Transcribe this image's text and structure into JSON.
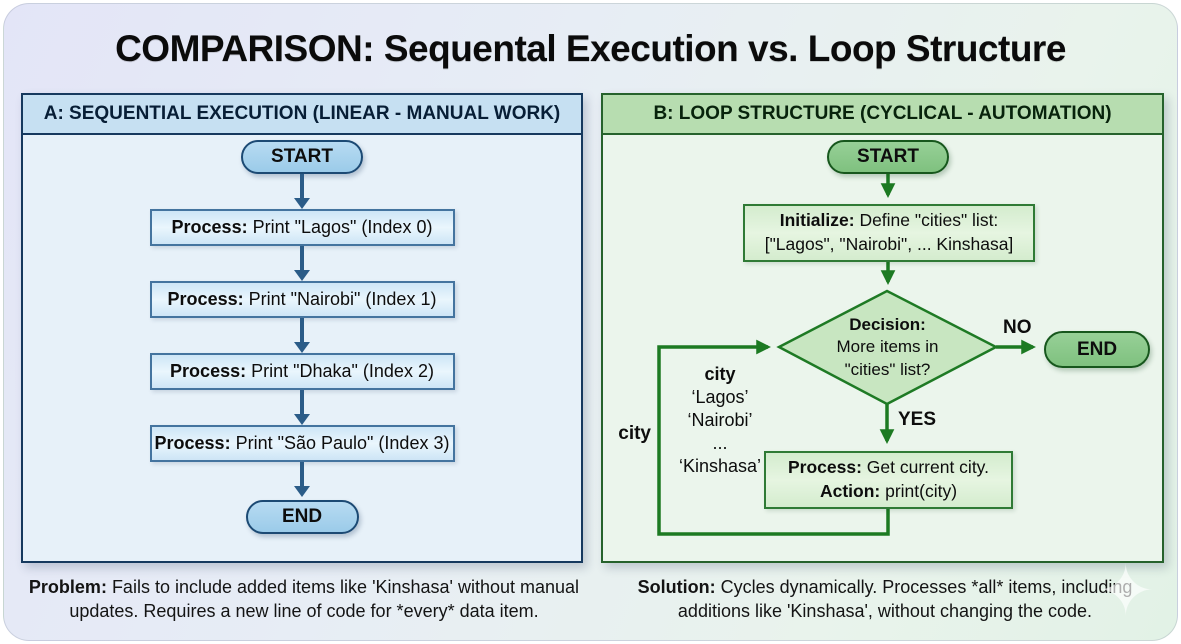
{
  "title": "COMPARISON: Sequental Execution vs. Loop Structure",
  "colors": {
    "panel_a_border": "#16395e",
    "panel_a_header_bg": "#c6e0f2",
    "panel_a_node_fill": "#a9d2ee",
    "panel_a_box_fill": "#d9ebf8",
    "panel_a_arrow": "#2b5c88",
    "panel_b_border": "#26622c",
    "panel_b_header_bg": "#b7ddb0",
    "panel_b_node_fill": "#8cc98c",
    "panel_b_box_fill": "#d9efd4",
    "panel_b_diamond_fill": "#c8e6c1",
    "panel_b_arrow": "#1c7a22",
    "background_left": "#e3e5f7",
    "background_right": "#e2f2e6"
  },
  "panel_a": {
    "header": "A: SEQUENTIAL EXECUTION (LINEAR - MANUAL WORK)",
    "start": "START",
    "steps": [
      {
        "bold": "Process:",
        "rest": " Print \"Lagos\" (Index 0)"
      },
      {
        "bold": "Process:",
        "rest": " Print \"Nairobi\" (Index 1)"
      },
      {
        "bold": "Process:",
        "rest": " Print \"Dhaka\" (Index 2)"
      },
      {
        "bold": "Process:",
        "rest": " Print \"São Paulo\" (Index 3)"
      }
    ],
    "end": "END",
    "caption_bold": "Problem:",
    "caption_rest": " Fails to include added items like 'Kinshasa' without manual updates. Requires a new line of code for *every* data item."
  },
  "panel_b": {
    "header": "B: LOOP STRUCTURE (CYCLICAL - AUTOMATION)",
    "start": "START",
    "initialize": {
      "bold": "Initialize:",
      "rest": " Define \"cities\" list:",
      "line2": "[\"Lagos\", \"Nairobi\", ... Kinshasa]"
    },
    "decision": {
      "bold": "Decision:",
      "line2": "More items in",
      "line3": "\"cities\" list?"
    },
    "no_label": "NO",
    "yes_label": "YES",
    "end": "END",
    "process": {
      "bold1": "Process:",
      "rest1": " Get current city.",
      "bold2": "Action:",
      "rest2": " print(city)"
    },
    "loop_var_label": "city",
    "loop_items": [
      "city",
      "‘Lagos’",
      "‘Nairobi’",
      "...",
      "‘Kinshasa’"
    ],
    "caption_bold": "Solution:",
    "caption_rest": " Cycles dynamically. Processes *all* items, including additions like 'Kinshasa', without changing the code."
  },
  "watermark_icon": "✦"
}
